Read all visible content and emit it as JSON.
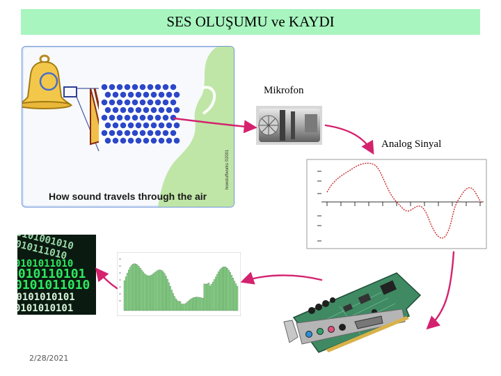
{
  "title": "SES OLUŞUMU ve KAYDI",
  "illustration": {
    "caption": "How sound travels through the air",
    "credit": "howstuffworks ©2001"
  },
  "labels": {
    "microphone": "Mikrofon",
    "analog_signal": "Analog Sinyal"
  },
  "binary": {
    "lines": [
      "0101001010",
      "1010111010",
      "0101011010",
      "1010110101",
      "0101011010",
      "10101010101",
      "0101010101"
    ]
  },
  "date": "2/28/2021",
  "colors": {
    "title_bg": "#a8f5bf",
    "arrow": "#d4226e",
    "signal": "#cc2a2a",
    "waveform_fill": "#8fd88f",
    "binary_green": "#2ee860",
    "pcb_green": "#3f8a63"
  }
}
